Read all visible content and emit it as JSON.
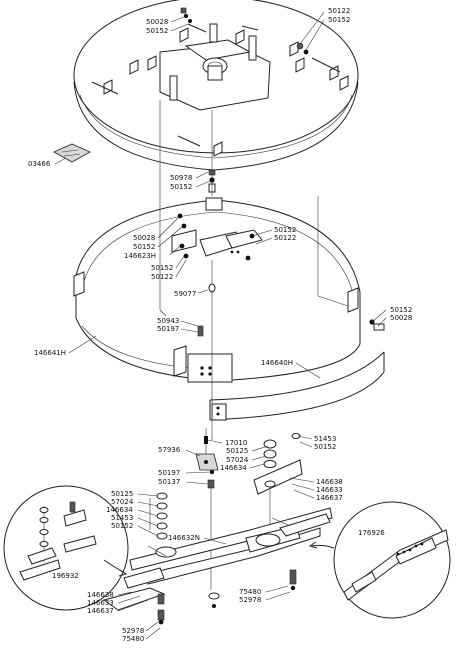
{
  "part_labels": [
    "50028",
    "50152",
    "50122",
    "50152",
    "03466",
    "50978",
    "50152",
    "50028",
    "50152",
    "146623H",
    "50152",
    "50122",
    "50152",
    "50122",
    "59077",
    "50152",
    "50028",
    "50943",
    "50197",
    "146641H",
    "146640H",
    "57936",
    "17010",
    "50125",
    "57024",
    "146634",
    "51453",
    "50152",
    "50197",
    "50137",
    "50125",
    "57024",
    "146634",
    "51453",
    "50152",
    "146638",
    "146633",
    "146637",
    "146632N",
    "196932",
    "176926",
    "75480",
    "52978",
    "146638",
    "146633",
    "146637",
    "52978",
    "75480"
  ]
}
